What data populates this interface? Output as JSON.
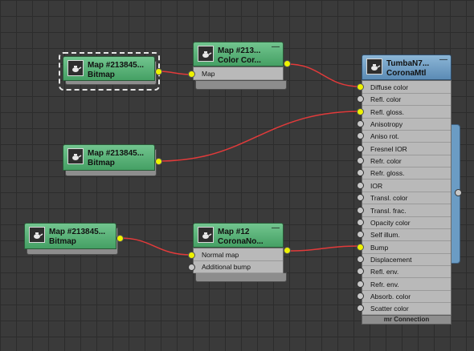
{
  "nodes": {
    "bitmap1": {
      "title": "Map #213845...",
      "type": "Bitmap"
    },
    "colorcorrect": {
      "title": "Map #213...",
      "type": "Color Cor...",
      "inputs": [
        "Map"
      ]
    },
    "bitmap2": {
      "title": "Map #213845...",
      "type": "Bitmap"
    },
    "bitmap3": {
      "title": "Map #213845...",
      "type": "Bitmap"
    },
    "normalmap": {
      "title": "Map #12",
      "type": "CoronaNo...",
      "inputs": [
        "Normal map",
        "Additional bump"
      ]
    },
    "material": {
      "title": "TumbaN7...",
      "type": "CoronaMtl",
      "slots": [
        "Diffuse color",
        "Refl. color",
        "Refl. gloss.",
        "Anisotropy",
        "Aniso rot.",
        "Fresnel IOR",
        "Refr. color",
        "Refr. gloss.",
        "IOR",
        "Transl. color",
        "Transl. frac.",
        "Opacity color",
        "Self illum.",
        "Bump",
        "Displacement",
        "Refl. env.",
        "Refr. env.",
        "Absorb. color",
        "Scatter color"
      ],
      "footer": "mr Connection"
    }
  },
  "icons": {
    "thumbnail": "teapot-icon",
    "minimize": "minimize-icon"
  },
  "colors": {
    "map_header": "#5cb57a",
    "material_header": "#7aa6cc",
    "wire": "#e23a3a",
    "connected_socket": "#eef200"
  }
}
